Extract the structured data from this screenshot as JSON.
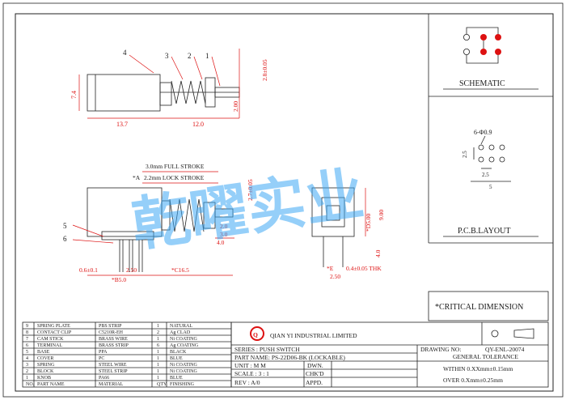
{
  "watermark": "乾曜实业",
  "drawing": {
    "callouts": [
      "4",
      "3",
      "2",
      "1"
    ],
    "callouts_side": [
      "5",
      "6"
    ],
    "dims_top": {
      "height_left": "7.4",
      "len_body": "13.7",
      "len_rod": "12.0",
      "tip": "2.8±0.05",
      "rod_h": "2.00"
    },
    "dims_side": {
      "full_stroke": "3.0mm FULL STROKE",
      "lock_stroke": "2.2mm LOCK STROKE",
      "lock_mark": "*A",
      "h1": "2.7±0.05",
      "d20": "2.0",
      "d30": "3.0",
      "d40": "4.0",
      "pin_w": "0.6±0.1",
      "pin_pitch": "2.50",
      "b50": "*B5.0",
      "c165": "*C16.5"
    },
    "dims_end": {
      "h900": "9.00",
      "d500": "*D5.00",
      "h40": "4.0",
      "e250": "2.50",
      "e_mark": "*E",
      "thk": "0.4±0.05 THK"
    }
  },
  "schematic": {
    "label": "SCHEMATIC"
  },
  "pcb": {
    "label": "P.C.B.LAYOUT",
    "hole": "6-Φ0.9",
    "dim_v": "2.5",
    "dim_h": "2.5",
    "dim_total": "5"
  },
  "critical": "*CRITICAL DIMENSION",
  "bom": {
    "header": {
      "no": "NO.",
      "part": "PART NAME",
      "material": "MATERIAL",
      "qty": "QTY.",
      "finish": "FINISHING"
    },
    "rows": [
      {
        "no": "9",
        "part": "SPRING PLATE",
        "material": "PBS STRIP",
        "qty": "1",
        "finish": "NATURAL"
      },
      {
        "no": "8",
        "part": "CONTACT CLIP",
        "material": "C5210R-EH",
        "qty": "2",
        "finish": "Ag CLAD"
      },
      {
        "no": "7",
        "part": "CAM STICK",
        "material": "BRASS WIRE",
        "qty": "1",
        "finish": "Ni COATING"
      },
      {
        "no": "6",
        "part": "TERMINAL",
        "material": "BRASS STRIP",
        "qty": "6",
        "finish": "Ag COATING"
      },
      {
        "no": "5",
        "part": "BASE",
        "material": "PPA",
        "qty": "1",
        "finish": "BLACK"
      },
      {
        "no": "4",
        "part": "COVER",
        "material": "PC",
        "qty": "1",
        "finish": "BLUE"
      },
      {
        "no": "3",
        "part": "SPRING",
        "material": "STEEL WIRE",
        "qty": "1",
        "finish": "Ni COATING"
      },
      {
        "no": "2",
        "part": "BLOCK",
        "material": "STEEL STRIP",
        "qty": "1",
        "finish": "Ni COATING"
      },
      {
        "no": "1",
        "part": "KNOB",
        "material": "PA66",
        "qty": "1",
        "finish": "BLUE"
      }
    ]
  },
  "title_block": {
    "logo_letter": "Q",
    "company": "QIAN YI INDUSTRIAL LIMITED",
    "drawing_no_label": "DRAWING NO:",
    "drawing_no": "QY-ENL-20074",
    "series": "SERIES : PUSH SWITCH",
    "part_name": "PART NAME: PS-22D06-BK (LOCKABLE)",
    "unit": "UNIT : M M",
    "scale": "SCALE : 3 : 1",
    "rev": "REV : A/0",
    "dwn": "DWN.",
    "chkd": "CHK'D",
    "appd": "APPD.",
    "tol_title": "GENERAL TOLERANCE",
    "tol1": "WITHIN 0.XXmm±0.15mm",
    "tol2": "OVER 0.Xmm±0.25mm"
  },
  "colors": {
    "dimension": "#dd1111",
    "watermark": "#3fa9f5",
    "pad": "#dd1111"
  }
}
